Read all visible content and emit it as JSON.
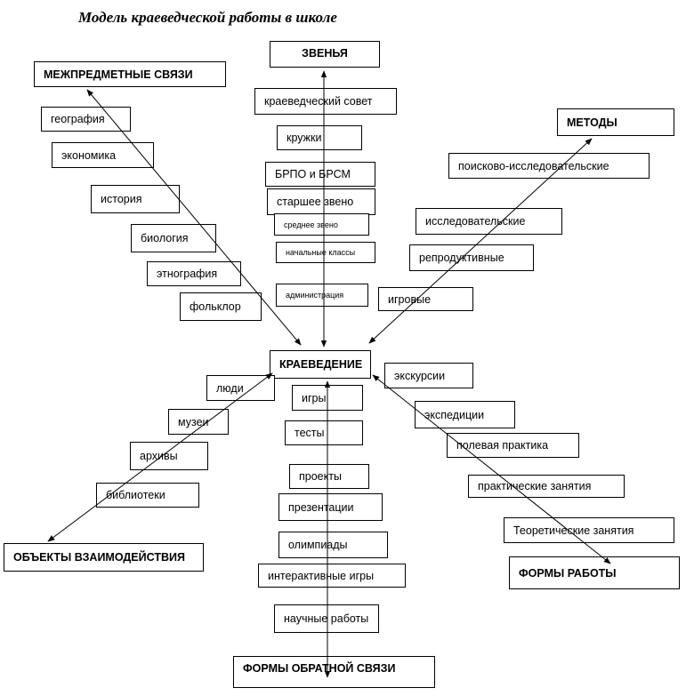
{
  "title": "Модель краеведческой работы в школе",
  "center": "КРАЕВЕДЕНИЕ",
  "groups": {
    "mezhpredmetnye": {
      "head": "МЕЖПРЕДМЕТНЫЕ СВЯЗИ",
      "items": [
        "география",
        "экономика",
        "история",
        "биология",
        "этнография",
        "фольклор"
      ]
    },
    "zvenya": {
      "head": "ЗВЕНЬЯ",
      "items": [
        "краеведческий совет",
        "кружки",
        "БРПО и БРСМ",
        "старшее звено",
        "среднее звено",
        "начальные классы",
        "администрация"
      ]
    },
    "metody": {
      "head": "МЕТОДЫ",
      "items": [
        "поисково-исследовательские",
        "исследовательские",
        "репродуктивные",
        "игровые"
      ]
    },
    "obekty": {
      "head": "ОБЪЕКТЫ ВЗАИМОДЕЙСТВИЯ",
      "items": [
        "люди",
        "музеи",
        "архивы",
        "библиотеки"
      ]
    },
    "formy_obratnoy_svyazi": {
      "head": "ФОРМЫ ОБРАТНОЙ СВЯЗИ",
      "items": [
        "игры",
        "тесты",
        "проекты",
        "презентации",
        "олимпиады",
        "интерактивные игры",
        "научные работы"
      ]
    },
    "formy_raboty": {
      "head": "ФОРМЫ РАБОТЫ",
      "items": [
        "экскурсии",
        "экспедиции",
        "полевая практика",
        "практические занятия",
        "Теоретические занятия"
      ]
    }
  }
}
